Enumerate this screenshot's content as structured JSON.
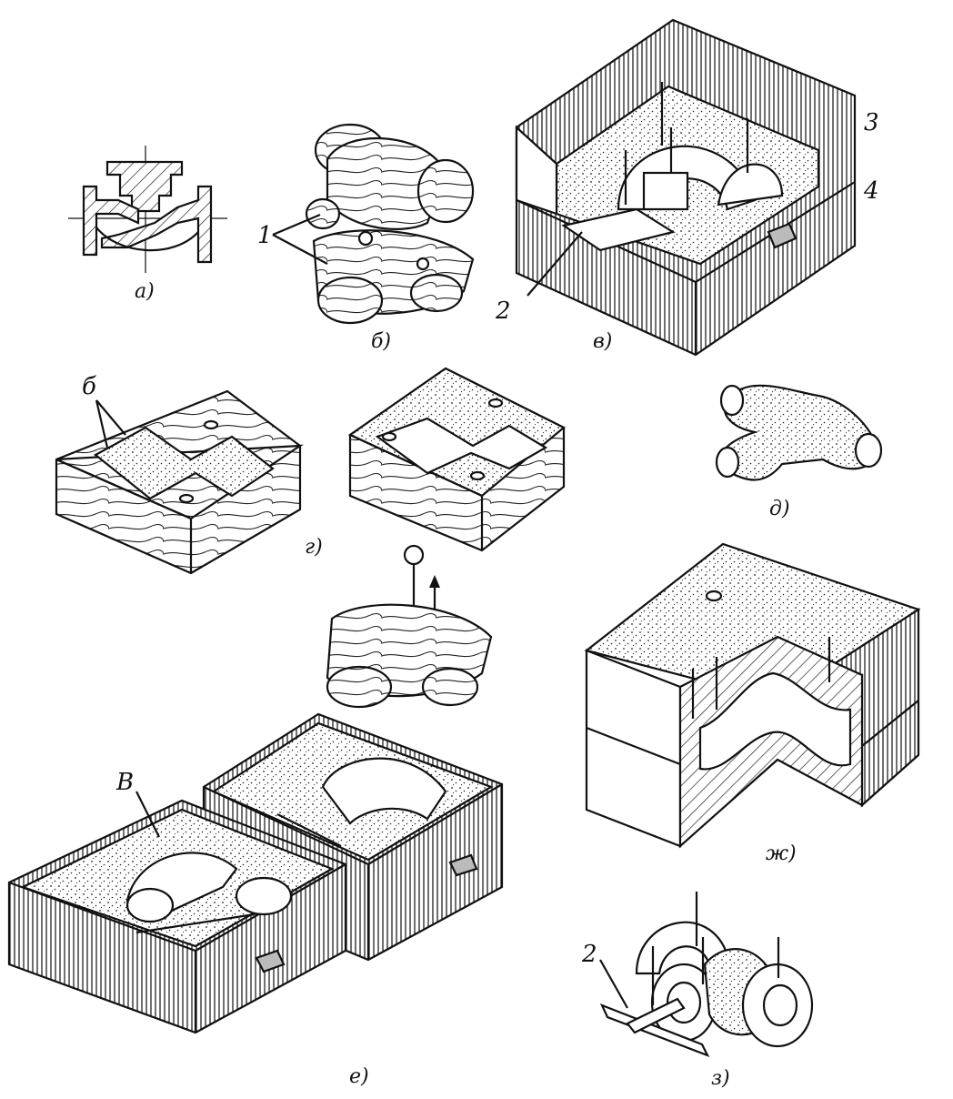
{
  "captions": {
    "a": "а)",
    "b": "б)",
    "v": "в)",
    "g": "г)",
    "d": "д)",
    "e": "е)",
    "zh": "ж)",
    "z": "з)"
  },
  "callouts": {
    "n1": "1",
    "n2_core_rack": "2",
    "n3": "3",
    "n4": "4",
    "n6": "б",
    "nV": "В",
    "n2_bottom": "2"
  },
  "colors": {
    "ink": "#111111",
    "paper": "#ffffff",
    "sand": "#d9d9d9",
    "wood": "#c8c8c8",
    "hatch": "#444444"
  }
}
